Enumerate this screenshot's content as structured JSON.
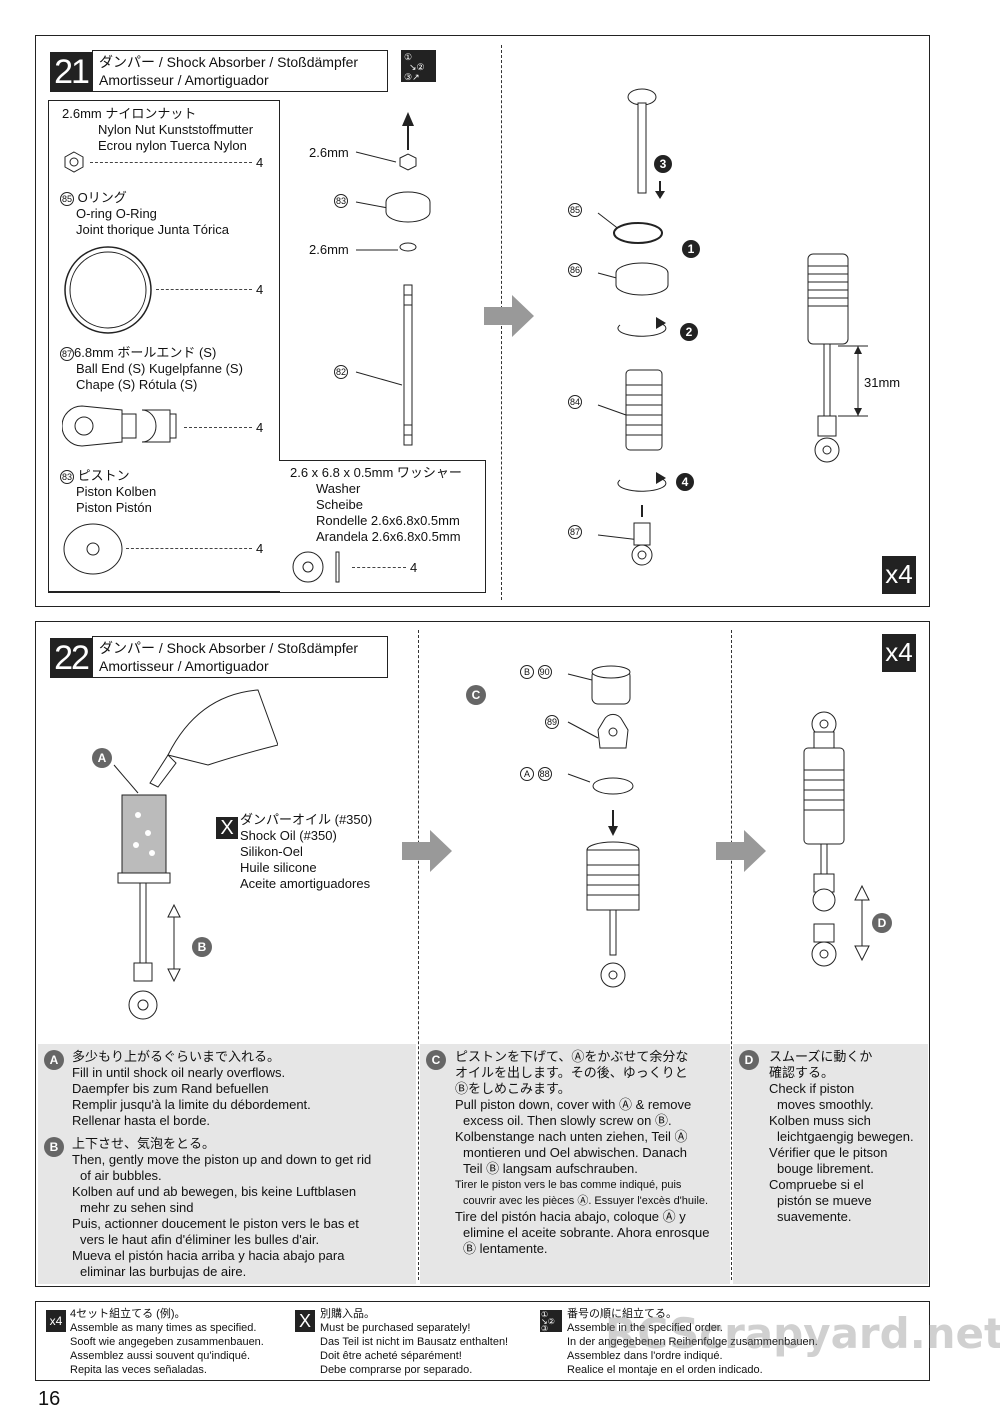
{
  "step21": {
    "number": "21",
    "title_line1": "ダンパー / Shock Absorber / Stoßdämpfer",
    "title_line2": "Amortisseur / Amortiguador",
    "order_icon": "numbered-order-icon",
    "parts": {
      "nut": {
        "l1": "2.6mm ナイロンナット",
        "l2": "Nylon Nut    Kunststoffmutter",
        "l3": "Ecrou nylon    Tuerca Nylon",
        "qty": "4"
      },
      "oring": {
        "num": "85",
        "l1": "Oリング",
        "l2": "O-ring    O-Ring",
        "l3": "Joint thorique    Junta Tórica",
        "qty": "4"
      },
      "ballend": {
        "num": "87",
        "l1": "6.8mm ボールエンド (S)",
        "l2": "Ball End (S)    Kugelpfanne (S)",
        "l3": "Chape (S)    Rótula (S)",
        "qty": "4"
      },
      "piston": {
        "num": "83",
        "l1": "ピストン",
        "l2": "Piston    Kolben",
        "l3": "Piston    Pistón",
        "qty": "4"
      },
      "washer": {
        "l1": "2.6 x 6.8 x 0.5mm ワッシャー",
        "l2": "Washer",
        "l3": "Scheibe",
        "l4": "Rondelle 2.6x6.8x0.5mm",
        "l5": "Arandela 2.6x6.8x0.5mm",
        "qty": "4"
      }
    },
    "callouts": {
      "nut": "2.6mm",
      "piston": "83",
      "washer": "2.6mm",
      "rod": "82"
    },
    "assembly": {
      "c85": "85",
      "c86": "86",
      "c84": "84",
      "c87": "87",
      "s1": "1",
      "s2": "2",
      "s3": "3",
      "s4": "4"
    },
    "measure": "31mm",
    "repeat": "x4"
  },
  "step22": {
    "number": "22",
    "title_line1": "ダンパー / Shock Absorber / Stoßdämpfer",
    "title_line2": "Amortisseur / Amortiguador",
    "repeat": "x4",
    "markA": "A",
    "markB": "B",
    "markC": "C",
    "markD": "D",
    "oil": {
      "l1": "ダンパーオイル (#350)",
      "l2": "Shock Oil (#350)",
      "l3": "Silikon-Oel",
      "l4": "Huile silicone",
      "l5": "Aceite amortiguadores"
    },
    "parts": {
      "p90": "90",
      "p89": "89",
      "p88": "88"
    },
    "notes": {
      "A": [
        "多少もり上がるぐらいまで入れる。",
        "Fill in until shock oil nearly overflows.",
        "Daempfer bis zum Rand befuellen",
        "Remplir jusqu'à la limite du débordement.",
        "Rellenar hasta el borde."
      ],
      "B": [
        "上下させ、気泡をとる。",
        "Then, gently move the piston up and down to get rid",
        "of air bubbles.",
        "Kolben auf und ab bewegen, bis keine Luftblasen",
        "mehr zu sehen sind",
        "Puis, actionner doucement le piston vers le bas et",
        "vers le haut afin d'éliminer les bulles d'air.",
        "Mueva el pistón hacia arriba y hacia abajo para",
        "eliminar las burbujas de aire."
      ],
      "C": [
        "ピストンを下げて、Ⓐをかぶせて余分な",
        "オイルを出します。その後、ゆっくりと",
        "Ⓑをしめこみます。",
        "Pull piston down, cover with Ⓐ & remove",
        "excess oil. Then slowly screw on Ⓑ.",
        "Kolbenstange nach unten ziehen, Teil Ⓐ",
        "montieren und Oel abwischen. Danach",
        "Teil Ⓑ langsam aufschrauben.",
        "Tirer le piston vers le bas comme indiqué, puis",
        "couvrir avec les pièces Ⓐ. Essuyer l'excès d'huile.",
        "Tire del pistón hacia abajo, coloque Ⓐ y",
        "elimine el aceite sobrante. Ahora enrosque",
        "Ⓑ lentamente."
      ],
      "D": [
        "スムーズに動くか",
        "確認する。",
        "Check if piston",
        "moves smoothly.",
        "Kolben muss sich",
        "leichtgaengig bewegen.",
        "Vérifier que le pitson",
        "bouge librement.",
        "Compruebe si el",
        "pistón se mueve",
        "suavemente."
      ]
    }
  },
  "legend": {
    "x4": {
      "icon": "x4",
      "lines": [
        "4セット組立てる (例)。",
        "Assemble as many times as specified.",
        "Sooft wie angegeben zusammenbauen.",
        "Assemblez aussi souvent qu'indiqué.",
        "Repita las veces señaladas."
      ]
    },
    "x": {
      "icon": "X",
      "lines": [
        "別購入品。",
        "Must be purchased separately!",
        "Das Teil ist nicht im Bausatz enthalten!",
        "Doit être acheté séparément!",
        "Debe comprarse por separado."
      ]
    },
    "order": {
      "lines": [
        "番号の順に組立てる。",
        "Assemble in the specified order.",
        "In der angegebenen Reihenfolge zusammenbauen.",
        "Assemblez dans l'ordre indiqué.",
        "Realice el montaje en el orden indicado."
      ]
    }
  },
  "watermark": "RCScrapyard.net",
  "page_number": "16"
}
